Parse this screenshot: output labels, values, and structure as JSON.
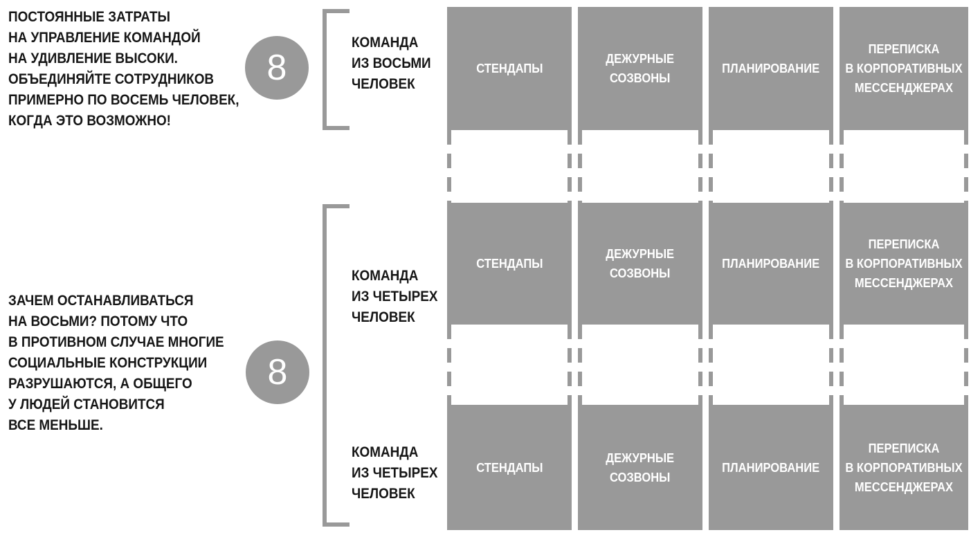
{
  "colors": {
    "gray": "#999999",
    "text": "#161616",
    "box_label": "#ffffff",
    "background": "#ffffff"
  },
  "notes": {
    "note_top": "ПОСТОЯННЫЕ ЗАТРАТЫ\nНА УПРАВЛЕНИЕ КОМАНДОЙ\nНА УДИВЛЕНИЕ ВЫСОКИ.\nОБЪЕДИНЯЙТЕ СОТРУДНИКОВ\nПРИМЕРНО ПО ВОСЕМЬ ЧЕЛОВЕК,\nКОГДА ЭТО ВОЗМОЖНО!",
    "note_bottom": "ЗАЧЕМ ОСТАНАВЛИВАТЬСЯ\nНА ВОСЬМИ? ПОТОМУ ЧТО\nВ ПРОТИВНОМ СЛУЧАЕ МНОГИЕ\nСОЦИАЛЬНЫЕ КОНСТРУКЦИИ\nРАЗРУШАЮТСЯ, А ОБЩЕГО\nУ ЛЮДЕЙ СТАНОВИТСЯ\nВСЕ МЕНЬШЕ."
  },
  "sections": [
    {
      "badge": "8",
      "team_labels": [
        "КОМАНДА\nИЗ ВОСЬМИ\nЧЕЛОВЕК"
      ]
    },
    {
      "badge": "8",
      "team_labels": [
        "КОМАНДА\nИЗ ЧЕТЫРЕХ\nЧЕЛОВЕК",
        "КОМАНДА\nИЗ ЧЕТЫРЕХ\nЧЕЛОВЕК"
      ]
    }
  ],
  "grid": {
    "rows": [
      [
        "СТЕНДАПЫ",
        "ДЕЖУРНЫЕ\nСОЗВОНЫ",
        "ПЛАНИРОВАНИЕ",
        "ПЕРЕПИСКА\nВ КОРПОРАТИВНЫХ\nМЕССЕНДЖЕРАХ"
      ],
      [
        "СТЕНДАПЫ",
        "ДЕЖУРНЫЕ\nСОЗВОНЫ",
        "ПЛАНИРОВАНИЕ",
        "ПЕРЕПИСКА\nВ КОРПОРАТИВНЫХ\nМЕССЕНДЖЕРАХ"
      ],
      [
        "СТЕНДАПЫ",
        "ДЕЖУРНЫЕ\nСОЗВОНЫ",
        "ПЛАНИРОВАНИЕ",
        "ПЕРЕПИСКА\nВ КОРПОРАТИВНЫХ\nМЕССЕНДЖЕРАХ"
      ]
    ]
  }
}
